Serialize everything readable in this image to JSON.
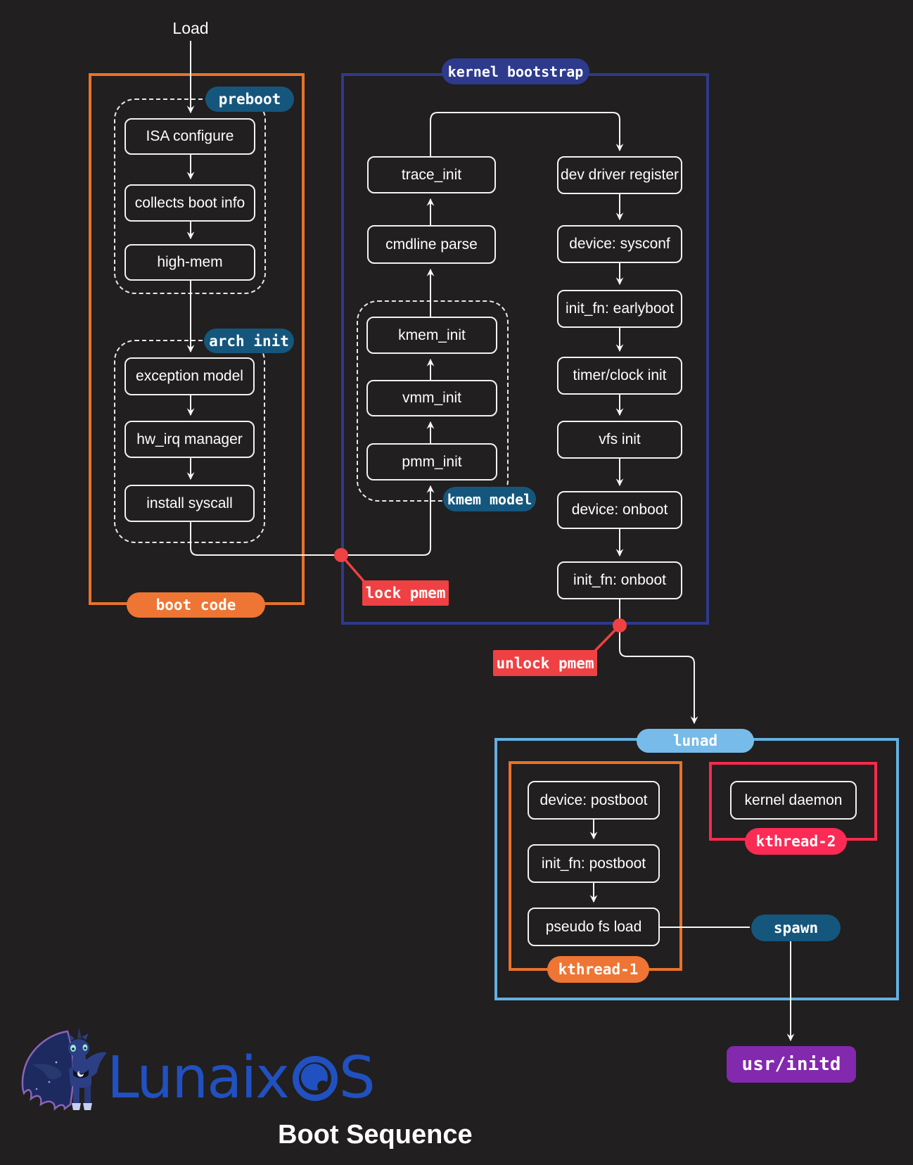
{
  "page": {
    "title": "Boot Sequence"
  },
  "brand": {
    "name": "LunaixOS",
    "name_left": "Lunaix",
    "name_right": "S",
    "color": "#2150c0"
  },
  "flow": {
    "load_label": "Load",
    "boot_code": {
      "label": "boot code",
      "preboot": {
        "label": "preboot",
        "steps": [
          "ISA configure",
          "collects boot info",
          "high-mem"
        ]
      },
      "arch_init": {
        "label": "arch init",
        "steps": [
          "exception model",
          "hw_irq manager",
          "install syscall"
        ]
      }
    },
    "kernel_bootstrap": {
      "label": "kernel bootstrap",
      "left_chain": [
        "trace_init",
        "cmdline parse"
      ],
      "kmem_model": {
        "label": "kmem model",
        "steps": [
          "kmem_init",
          "vmm_init",
          "pmm_init"
        ]
      },
      "right_chain": [
        "dev driver register",
        "device: sysconf",
        "init_fn: earlyboot",
        "timer/clock init",
        "vfs init",
        "device: onboot",
        "init_fn: onboot"
      ]
    },
    "annotations": {
      "lock_pmem": "lock pmem",
      "unlock_pmem": "unlock pmem"
    },
    "lunad": {
      "label": "lunad",
      "kthread1": {
        "label": "kthread-1",
        "steps": [
          "device: postboot",
          "init_fn: postboot",
          "pseudo fs load"
        ]
      },
      "kthread2": {
        "label": "kthread-2",
        "steps": [
          "kernel daemon"
        ]
      },
      "spawn_label": "spawn"
    },
    "target": {
      "label": "usr/initd"
    }
  },
  "colors": {
    "background": "#211f1f",
    "node_border": "#f2f2f2",
    "connector": "#f7f7f7",
    "accent_orange": "#e8722b",
    "accent_orange_fill": "#ee7533",
    "accent_navy": "#2e3a8c",
    "accent_teal": "#15567d",
    "accent_red": "#ef4143",
    "accent_crimson": "#f82a4e",
    "accent_crimson_fill": "#fc2b55",
    "accent_lightblue": "#62b1e0",
    "accent_lightblue_fill": "#76bbe9",
    "accent_purple": "#8229ae",
    "brand_blue": "#2150c0"
  }
}
